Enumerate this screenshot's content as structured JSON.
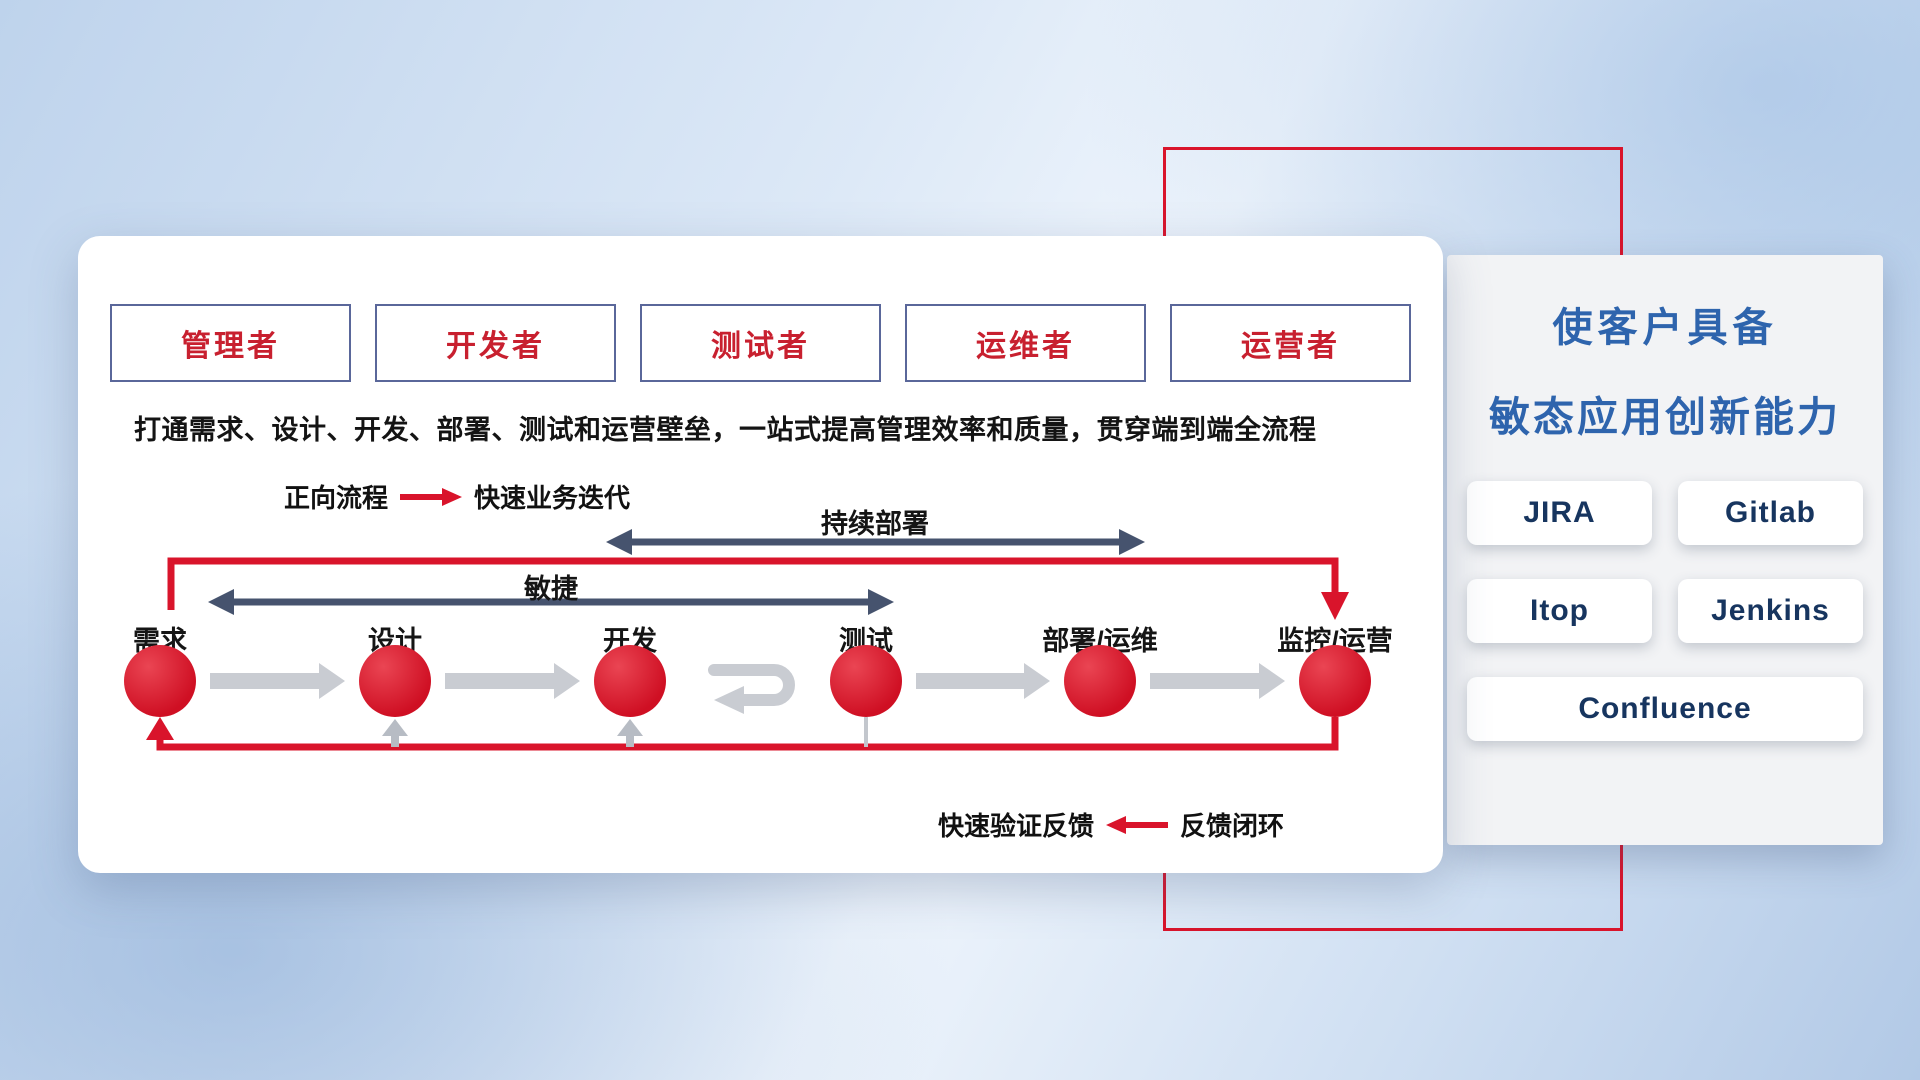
{
  "card": {
    "roles": [
      "管理者",
      "开发者",
      "测试者",
      "运维者",
      "运营者"
    ],
    "subtitle": "打通需求、设计、开发、部署、测试和运营壁垒，一站式提高管理效率和质量，贯穿端到端全流程",
    "forward_legend": {
      "label": "正向流程",
      "desc": "快速业务迭代"
    },
    "feedback_legend": {
      "desc": "快速验证反馈",
      "label": "反馈闭环"
    },
    "span_arrows": {
      "continuous_deployment": "持续部署",
      "agile": "敏捷"
    },
    "stages": [
      "需求",
      "设计",
      "开发",
      "测试",
      "部署/运维",
      "监控/运营"
    ]
  },
  "side_panel": {
    "title_line1": "使客户具备",
    "title_line2": "敏态应用创新能力",
    "tools": [
      "JIRA",
      "Gitlab",
      "Itop",
      "Jenkins",
      "Confluence"
    ]
  },
  "colors": {
    "accent_red": "#d9142b",
    "panel_title_blue": "#2e64ad",
    "tool_text_navy": "#17355f",
    "dark_arrow": "#46536e"
  }
}
